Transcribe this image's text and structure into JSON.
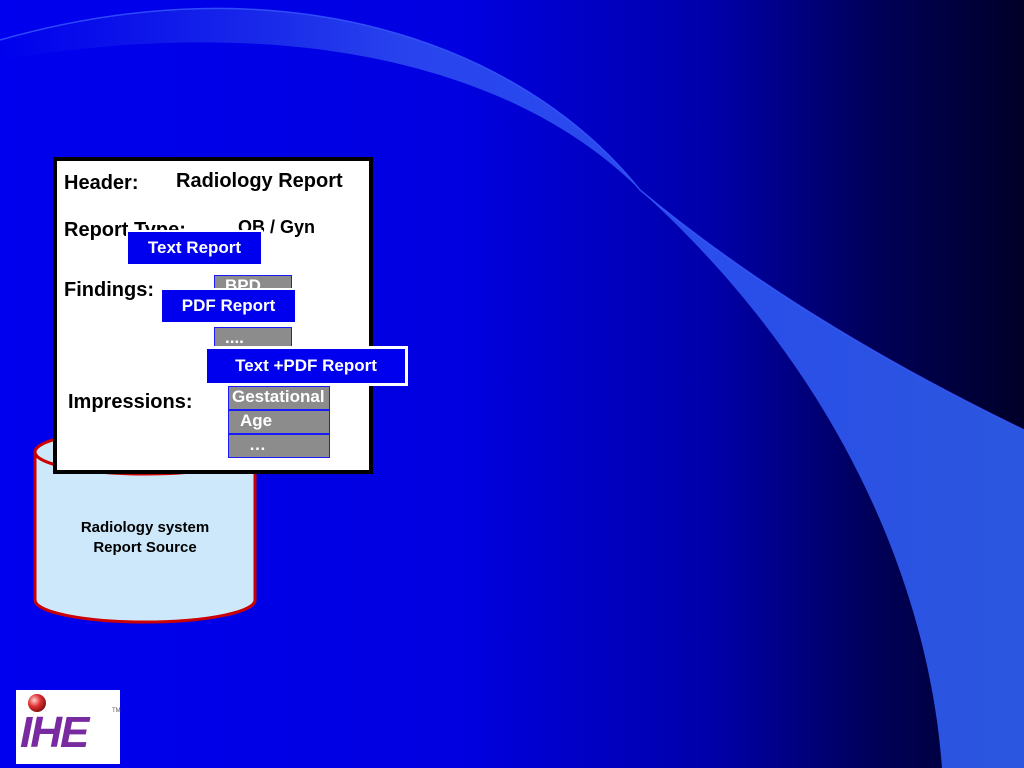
{
  "report": {
    "header_label": "Header:",
    "header_value": "Radiology Report",
    "report_type_label": "Report Type:",
    "report_type_value": "OB / Gyn",
    "findings_label": "Findings:",
    "findings_cells": [
      "BPD",
      "...."
    ],
    "impressions_label": "Impressions:",
    "impressions_cells": [
      "Gestational",
      "Age",
      "…"
    ]
  },
  "formats": {
    "text_report": "Text Report",
    "pdf_report": "PDF Report",
    "text_pdf_report": "Text +PDF  Report"
  },
  "source": {
    "line1": "Radiology system",
    "line2": "Report Source"
  },
  "logo": {
    "text": "IHE",
    "trademark": "TM"
  },
  "colors": {
    "background_blue": "#0000ee",
    "swoosh_light": "#3355ff",
    "cylinder_fill": "#cce8fa",
    "cylinder_border": "#cc0000",
    "cell_gray": "#8c8c8c"
  }
}
